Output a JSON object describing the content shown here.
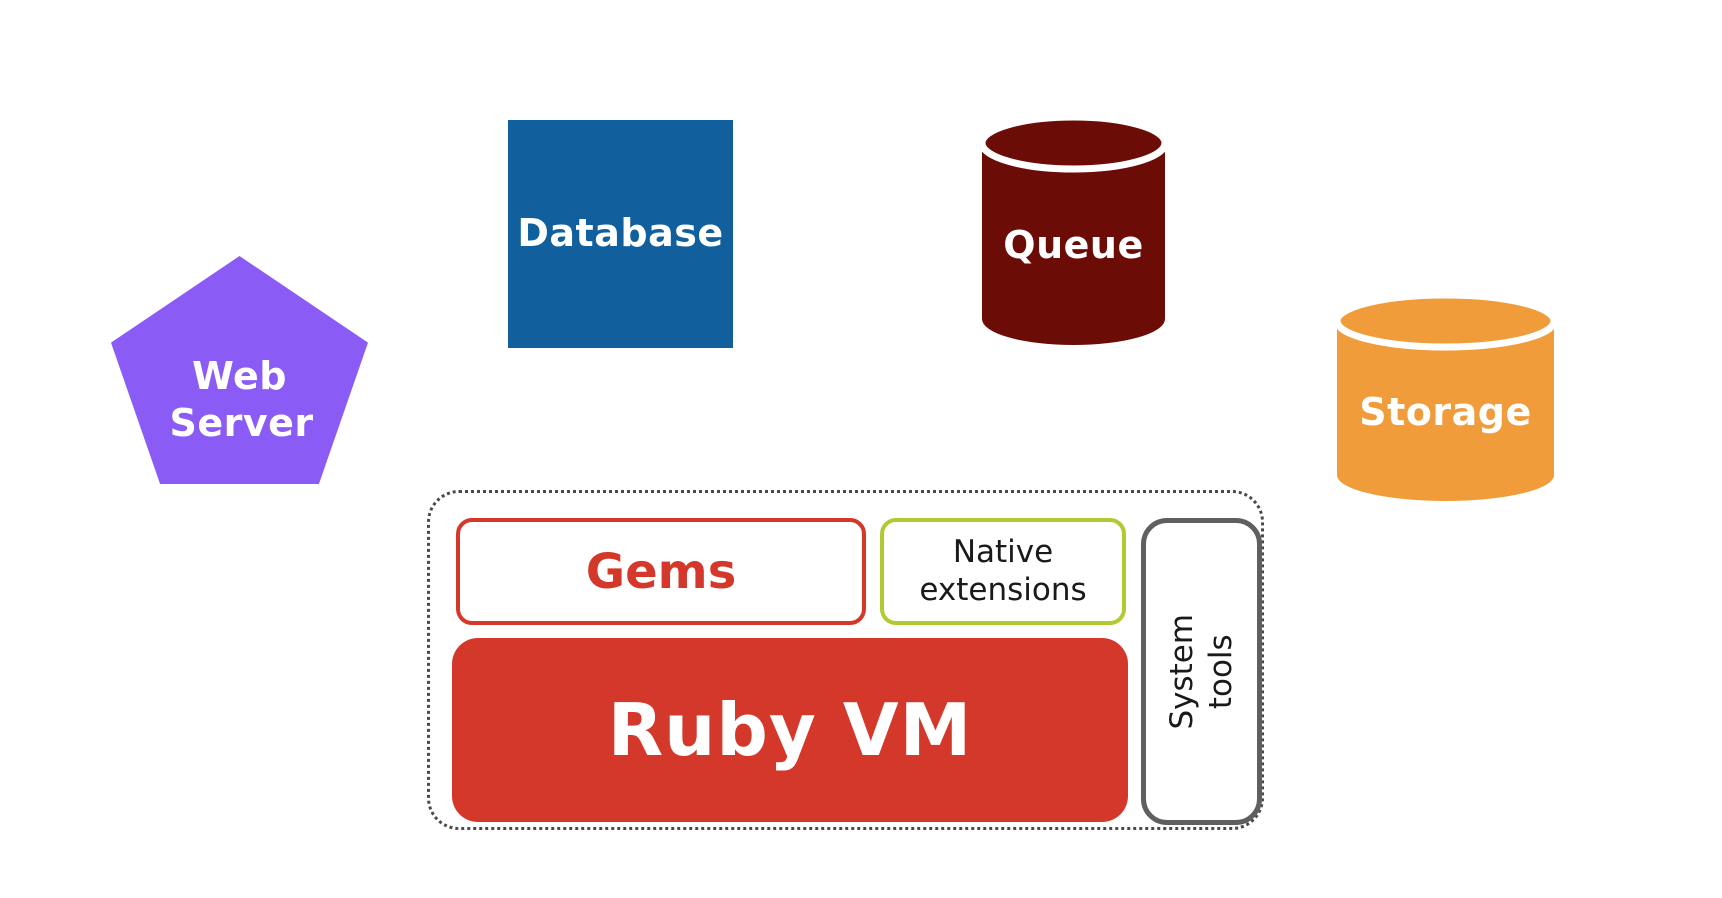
{
  "diagram": {
    "background": "#ffffff",
    "web_server": {
      "label": "Web Server",
      "shape": "pentagon",
      "color": "#8B5BF5",
      "text_color": "#ffffff"
    },
    "database": {
      "label": "Database",
      "shape": "square",
      "color": "#11609D",
      "text_color": "#ffffff"
    },
    "queue": {
      "label": "Queue",
      "shape": "cylinder",
      "color": "#6B0D06",
      "text_color": "#ffffff"
    },
    "storage": {
      "label": "Storage",
      "shape": "cylinder",
      "color": "#F19C3B",
      "text_color": "#ffffff"
    },
    "runtime_group": {
      "border_color": "#4A4A4A",
      "gems": {
        "label": "Gems",
        "accent_color": "#D4382B"
      },
      "native_extensions": {
        "label": "Native extensions",
        "accent_color": "#B3C932"
      },
      "ruby_vm": {
        "label": "Ruby VM",
        "color": "#D4382B",
        "text_color": "#ffffff"
      },
      "system_tools": {
        "label": "System tools",
        "accent_color": "#5F5F5F"
      }
    }
  }
}
